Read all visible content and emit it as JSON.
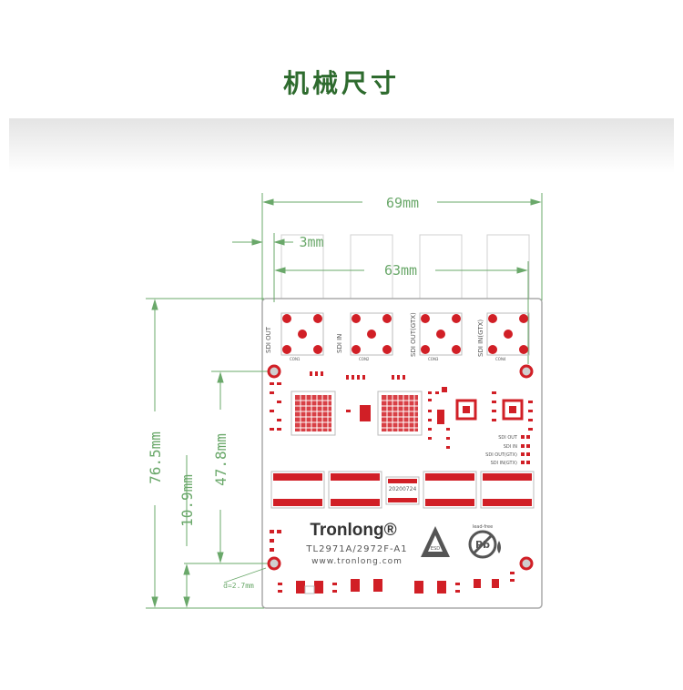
{
  "title": "机械尺寸",
  "dimensions": {
    "width_total": "69mm",
    "offset_left": "3mm",
    "width_inner": "63mm",
    "height_total": "76.5mm",
    "height_mid": "47.8mm",
    "height_bottom": "10.9mm",
    "hole_diameter": "d=2.7mm"
  },
  "board": {
    "connector_labels": [
      "SDI OUT",
      "SDI IN",
      "SDI OUT(GTX)",
      "SDI IN(GTX)"
    ],
    "connector_refs": [
      "CON1",
      "CON2",
      "CON3",
      "CON4"
    ],
    "brand": "Tronlong®",
    "model": "TL2971A/2972F-A1",
    "website": "www.tronlong.com",
    "date_code": "20200724",
    "led_labels": [
      "SDI OUT",
      "SDI IN",
      "SDI OUT(GTX)",
      "SDI IN(GTX)"
    ],
    "esd_label": "ESD",
    "leadfree_label": "lead-free",
    "pb_label": "Pb"
  },
  "colors": {
    "dimension": "#6aa86a",
    "board_outline": "#aaaaaa",
    "pad": "#d11f26",
    "title": "#2e6b2e"
  }
}
